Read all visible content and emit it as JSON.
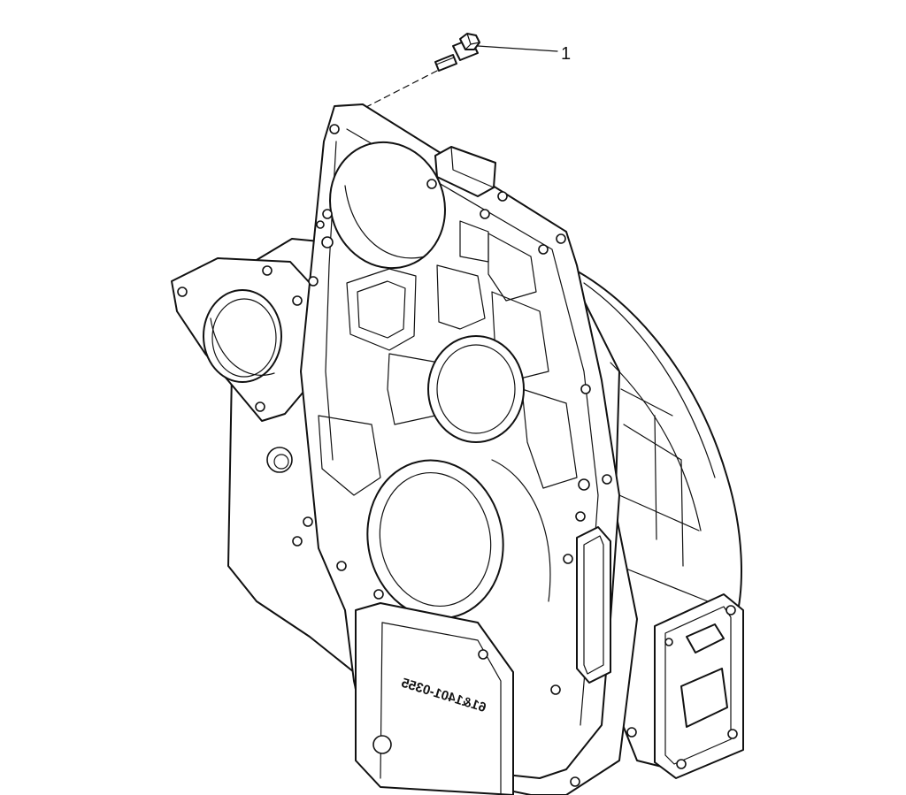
{
  "callouts": [
    {
      "label": "1"
    }
  ],
  "cast_marking": "61&1401-0355",
  "icons": {
    "housing": "flywheel-housing-drawing",
    "bolt": "flange-bolt-drawing"
  },
  "colors": {
    "line": "#111111",
    "background": "#ffffff"
  }
}
